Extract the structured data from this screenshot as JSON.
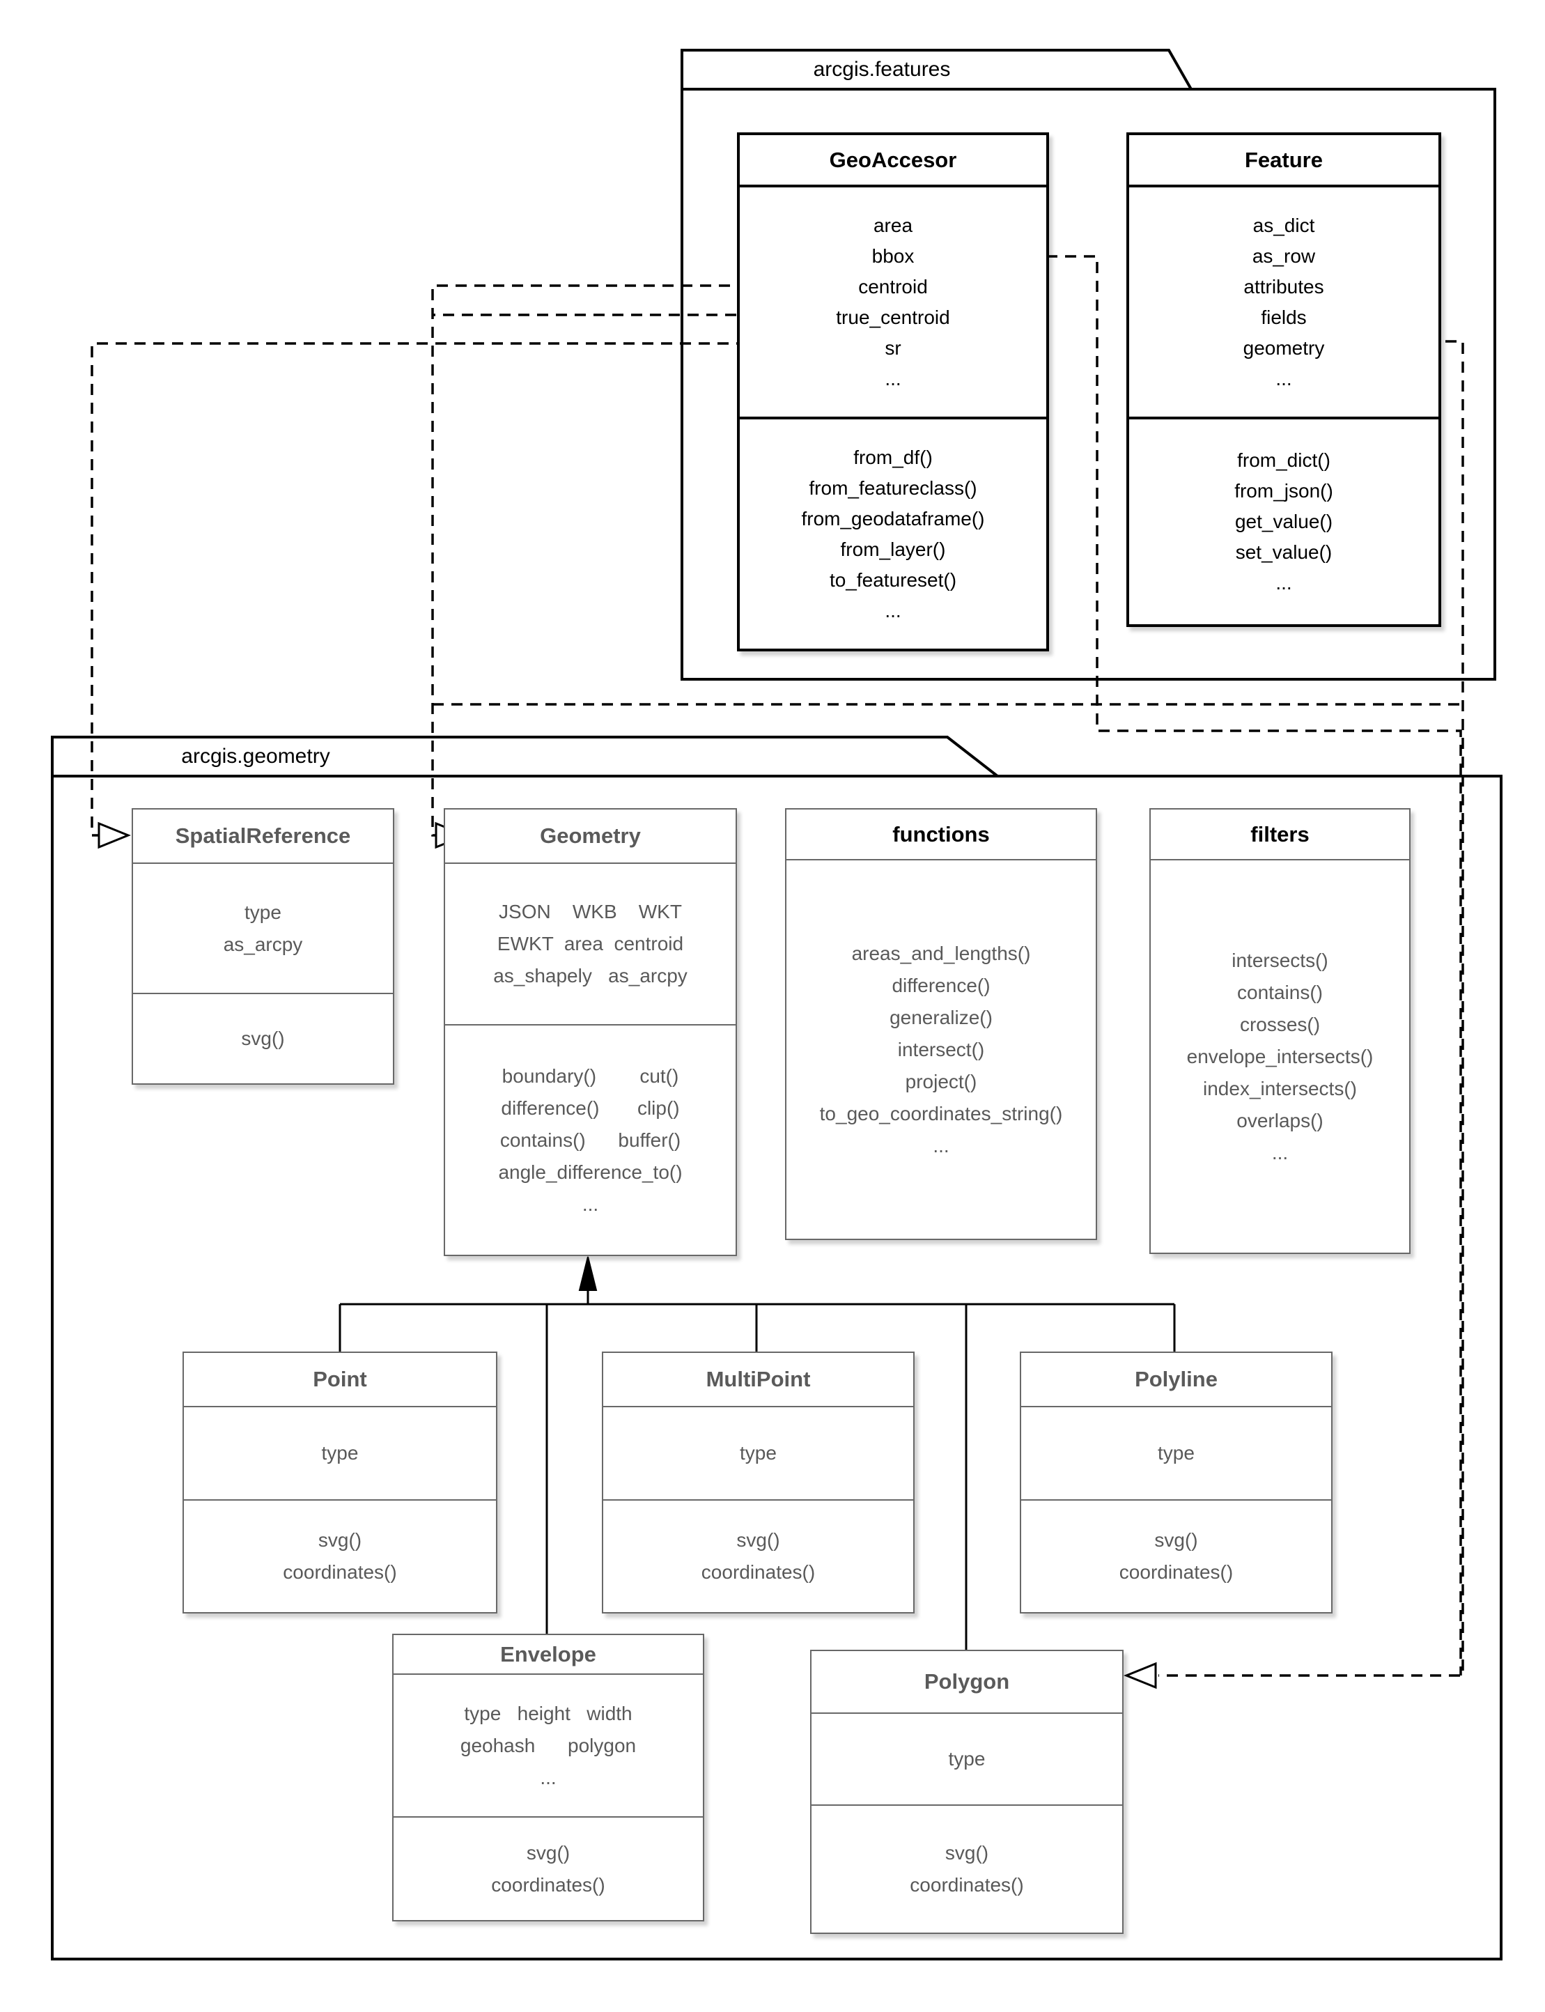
{
  "diagram_type": "uml-class-diagram",
  "colors": {
    "background": "#ffffff",
    "features_package_stroke": "#000000",
    "geometry_box_stroke": "#686868",
    "geometry_text": "#595959",
    "black_text": "#000000"
  },
  "packages": {
    "features": {
      "label": "arcgis.features"
    },
    "geometry": {
      "label": "arcgis.geometry"
    }
  },
  "classes": {
    "geoaccesor": {
      "title": "GeoAccesor",
      "attributes": [
        "area",
        "bbox",
        "centroid",
        "true_centroid",
        "sr",
        "..."
      ],
      "methods": [
        "from_df()",
        "from_featureclass()",
        "from_geodataframe()",
        "from_layer()",
        "to_featureset()",
        "..."
      ]
    },
    "feature": {
      "title": "Feature",
      "attributes": [
        "as_dict",
        "as_row",
        "attributes",
        "fields",
        "geometry",
        "..."
      ],
      "methods": [
        "from_dict()",
        "from_json()",
        "get_value()",
        "set_value()",
        "..."
      ]
    },
    "spatialreference": {
      "title": "SpatialReference",
      "attributes": [
        "type",
        "as_arcpy"
      ],
      "methods": [
        "svg()"
      ]
    },
    "geometry": {
      "title": "Geometry",
      "attributes": [
        "JSON    WKB    WKT",
        "EWKT  area  centroid",
        "as_shapely   as_arcpy"
      ],
      "methods": [
        "boundary()        cut()",
        "difference()       clip()",
        "contains()      buffer()",
        "angle_difference_to()",
        "..."
      ]
    },
    "functions": {
      "title": "functions",
      "methods": [
        "areas_and_lengths()",
        "difference()",
        "generalize()",
        "intersect()",
        "project()",
        "to_geo_coordinates_string()",
        "..."
      ]
    },
    "filters": {
      "title": "filters",
      "methods": [
        "intersects()",
        "contains()",
        "crosses()",
        "envelope_intersects()",
        "index_intersects()",
        "overlaps()",
        "..."
      ]
    },
    "point": {
      "title": "Point",
      "attributes": [
        "type"
      ],
      "methods": [
        "svg()",
        "coordinates()"
      ]
    },
    "multipoint": {
      "title": "MultiPoint",
      "attributes": [
        "type"
      ],
      "methods": [
        "svg()",
        "coordinates()"
      ]
    },
    "polyline": {
      "title": "Polyline",
      "attributes": [
        "type"
      ],
      "methods": [
        "svg()",
        "coordinates()"
      ]
    },
    "envelope": {
      "title": "Envelope",
      "attributes": [
        "type   height   width",
        "geohash      polygon",
        "..."
      ],
      "methods": [
        "svg()",
        "coordinates()"
      ]
    },
    "polygon": {
      "title": "Polygon",
      "attributes": [
        "type"
      ],
      "methods": [
        "svg()",
        "coordinates()"
      ]
    }
  },
  "relationships": [
    {
      "from": "GeoAccesor.sr",
      "to": "SpatialReference",
      "style": "dashed, open arrow"
    },
    {
      "from": "GeoAccesor.centroid",
      "to": "Geometry",
      "style": "dashed, open arrow"
    },
    {
      "from": "GeoAccesor.true_centroid",
      "to": "Geometry",
      "style": "dashed, open arrow"
    },
    {
      "from": "GeoAccesor.bbox",
      "to": "Polygon",
      "style": "dashed, open arrow"
    },
    {
      "from": "Feature.geometry",
      "to": "Polygon",
      "style": "dashed, open arrow"
    },
    {
      "from": "Point, MultiPoint, Polyline, Envelope, Polygon",
      "to": "Geometry",
      "style": "solid, filled inheritance arrow"
    }
  ]
}
